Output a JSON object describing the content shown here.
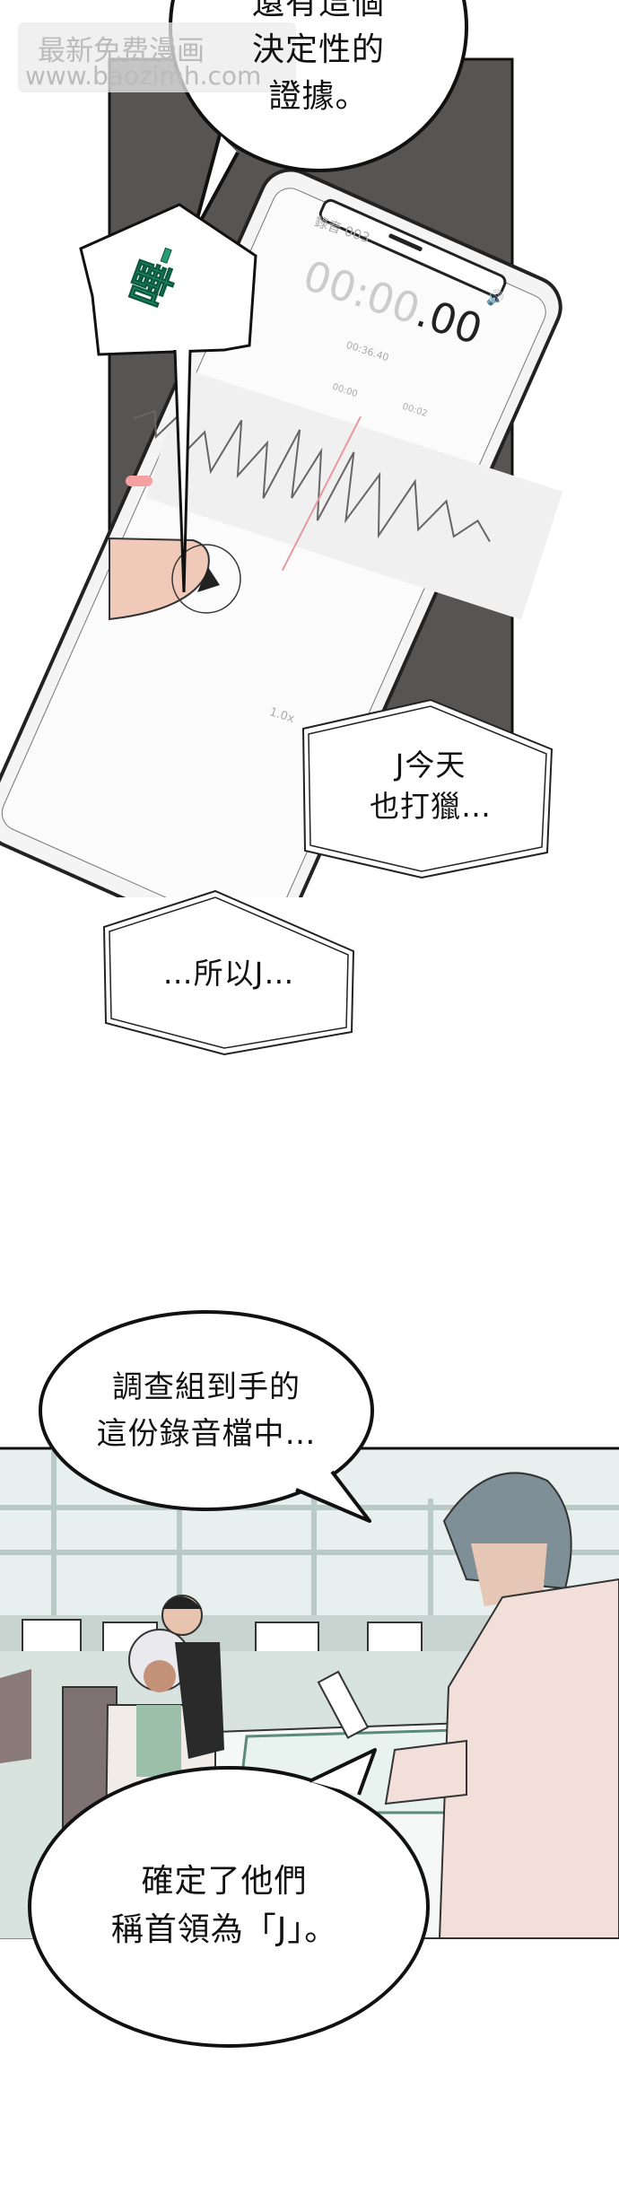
{
  "panel1": {
    "bubble_text_line1": "還有這個",
    "bubble_text_line2": "決定性的",
    "bubble_text_line3": "證據。",
    "sfx": "嗶-",
    "phone": {
      "title": "錄音 003",
      "timer_gray": "00:00",
      "timer_dark": ".00",
      "duration": "00:36.40",
      "tick1": "00:00",
      "tick2": "00:02",
      "speed": "1.0x"
    }
  },
  "caption1": {
    "line1": "J今天",
    "line2": "也打獵…"
  },
  "caption2": {
    "line1": "…所以J…"
  },
  "bubble2": {
    "line1": "調查組到手的",
    "line2": "這份錄音檔中…"
  },
  "bubble3": {
    "line1": "確定了他們",
    "line2": "稱首領為「J」。"
  },
  "watermark": {
    "line1": "最新免费漫画",
    "line2": "www.baozimh.com"
  },
  "colors": {
    "panel_dark": "#575454",
    "sfx_green": "#2a9a74",
    "coat": "#f2dfda",
    "hair": "#7f8f98"
  }
}
